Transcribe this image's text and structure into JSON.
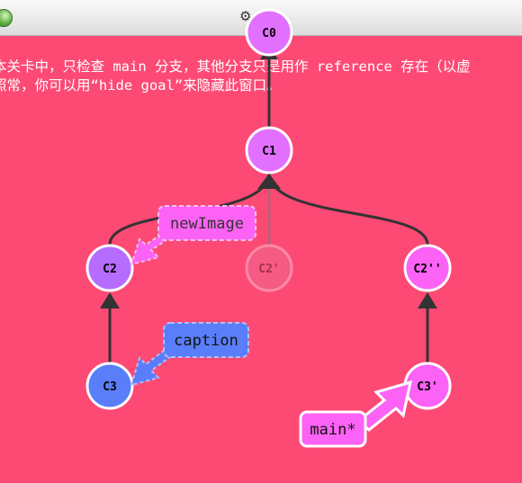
{
  "window": {
    "title_icon": "⚙",
    "title": "示"
  },
  "description": {
    "line1": "本关卡中，只检查 main 分支，其他分支只是用作 reference 存在（以虚",
    "line2": "照常，你可以用“hide goal”来隐藏此窗口。"
  },
  "colors": {
    "background": "#fd4a75",
    "commit_magenta": "#e270ff",
    "commit_purple": "#b56cff",
    "commit_pink": "#fc62f5",
    "commit_blue": "#5a7ef9",
    "ghost_commit": "#e87ba0",
    "branch_newImage_fill": "#fc62f5",
    "branch_caption_fill": "#5a7ef9",
    "branch_main_fill": "#fc62f5",
    "arrow_dark": "#333333"
  },
  "commits": [
    {
      "id": "C0",
      "label": "C0",
      "color": "#e270ff",
      "faded": false
    },
    {
      "id": "C1",
      "label": "C1",
      "color": "#e270ff",
      "faded": false
    },
    {
      "id": "C2",
      "label": "C2",
      "color": "#b56cff",
      "faded": false
    },
    {
      "id": "C2p",
      "label": "C2'",
      "color": "#e87ba0",
      "faded": true
    },
    {
      "id": "C2pp",
      "label": "C2''",
      "color": "#fc62f5",
      "faded": false
    },
    {
      "id": "C3",
      "label": "C3",
      "color": "#5a7ef9",
      "faded": false
    },
    {
      "id": "C3p",
      "label": "C3'",
      "color": "#fc62f5",
      "faded": false
    }
  ],
  "branches": [
    {
      "id": "newImage",
      "label": "newImage",
      "target": "C2"
    },
    {
      "id": "caption",
      "label": "caption",
      "target": "C3"
    },
    {
      "id": "main",
      "label": "main*",
      "target": "C3p",
      "checked_out": true
    }
  ]
}
